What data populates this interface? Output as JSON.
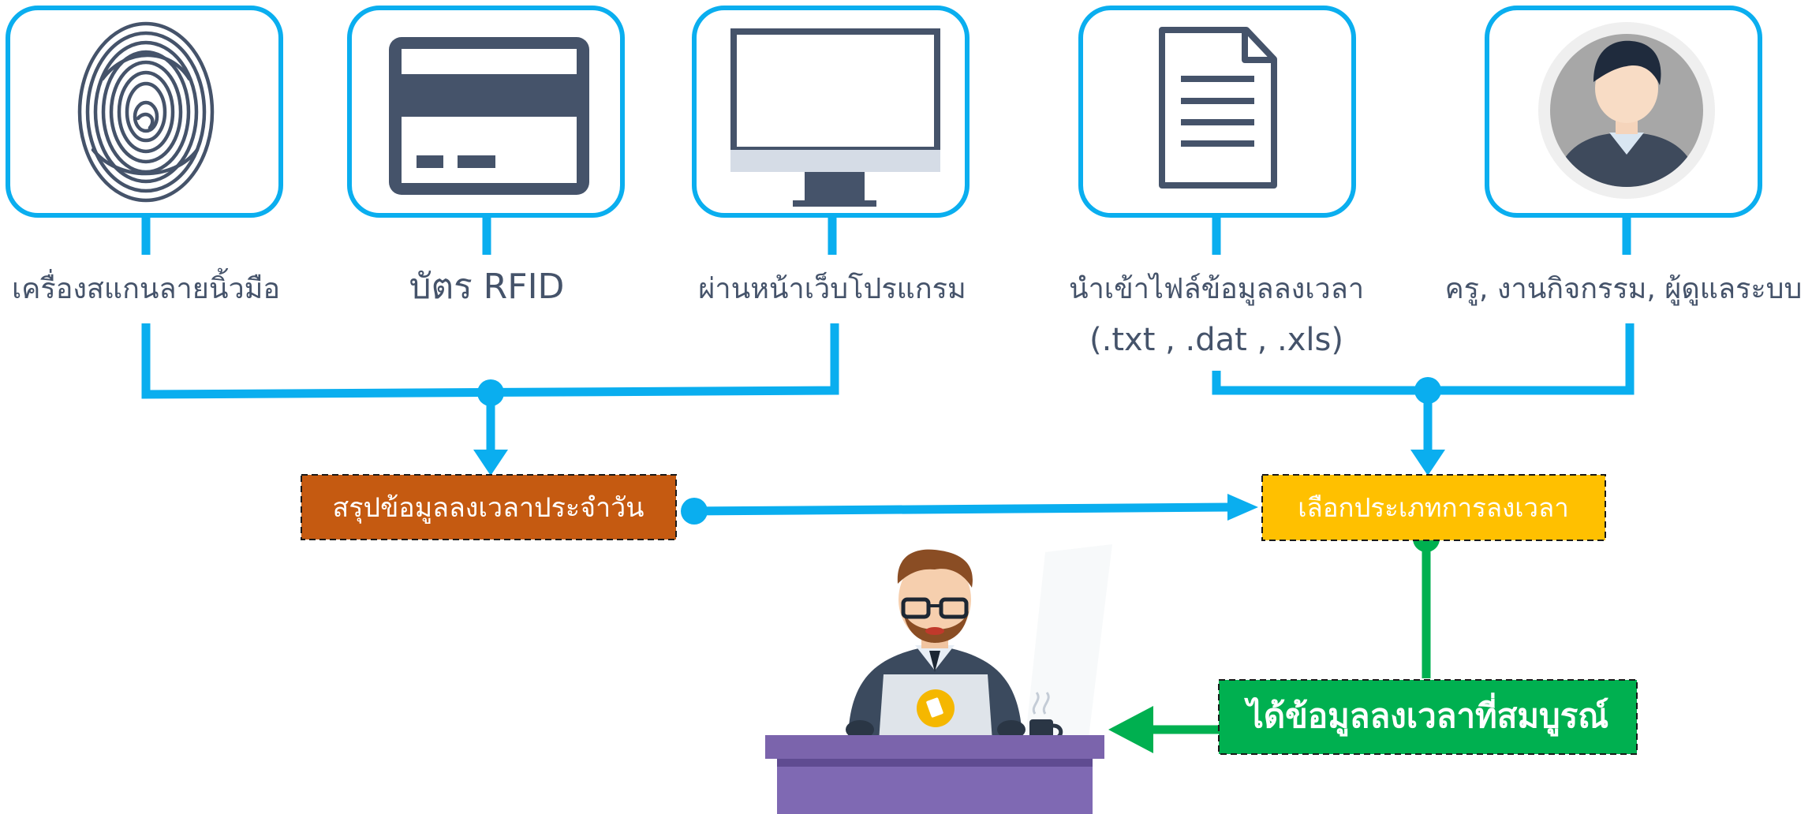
{
  "colors": {
    "line": "#0aaeef",
    "icon": "#45536a",
    "text": "#45536a",
    "summary_box": "#c55a11",
    "select_box": "#ffc000",
    "result_box": "#00b050",
    "desk": "#7b64ac"
  },
  "sources": [
    {
      "icon": "fingerprint-icon",
      "label": "เครื่องสแกนลายนิ้วมือ",
      "label2": ""
    },
    {
      "icon": "card-icon",
      "label": "บัตร RFID",
      "label2": ""
    },
    {
      "icon": "monitor-icon",
      "label": "ผ่านหน้าเว็บโปรแกรม",
      "label2": ""
    },
    {
      "icon": "document-icon",
      "label": "นำเข้าไฟล์ข้อมูลลงเวลา",
      "label2": "(.txt , .dat , .xls)"
    },
    {
      "icon": "user-icon",
      "label": "ครู, งานกิจกรรม, ผู้ดูแลระบบ",
      "label2": ""
    }
  ],
  "boxes": {
    "summary": "สรุปข้อมูลลงเวลาประจำวัน",
    "select": "เลือกประเภทการลงเวลา",
    "result": "ได้ข้อมูลลงเวลาที่สมบูรณ์"
  }
}
